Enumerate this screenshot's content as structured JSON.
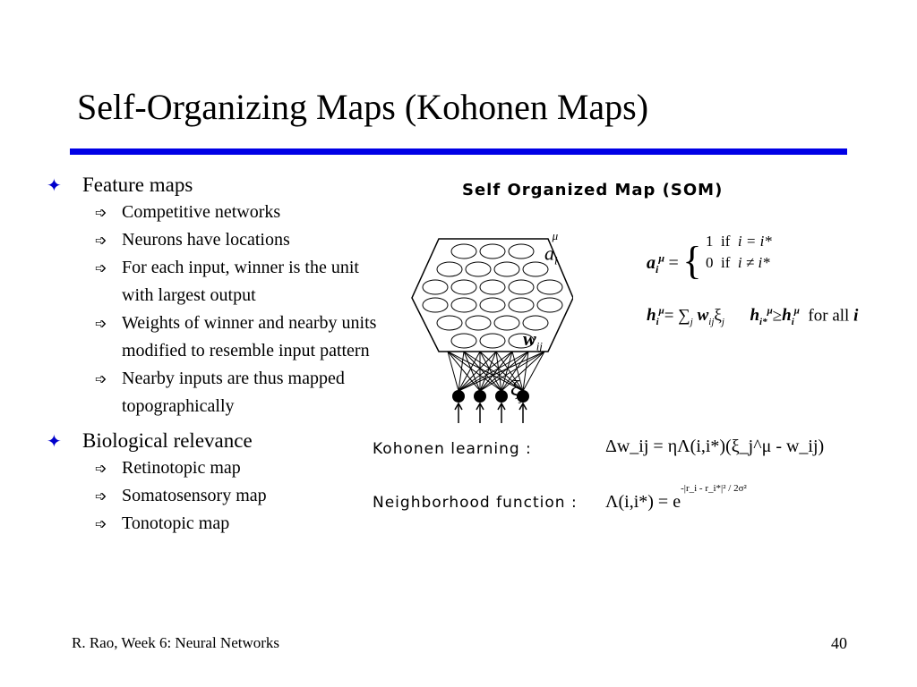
{
  "slide": {
    "title": "Self-Organizing Maps (Kohonen Maps)",
    "accent_color": "#0000e6"
  },
  "sections": [
    {
      "heading": "Feature maps",
      "items": [
        "Competitive networks",
        "Neurons have locations",
        "For each input, winner is the unit with largest output",
        "Weights of winner and nearby units modified to resemble input pattern",
        "Nearby inputs are thus mapped topographically"
      ]
    },
    {
      "heading": "Biological relevance",
      "items": [
        "Retinotopic map",
        "Somatosensory map",
        "Tonotopic map"
      ]
    }
  ],
  "figure": {
    "title": "Self Organized Map (SOM)",
    "label_a": "a",
    "label_mu": "μ",
    "label_i": "i",
    "label_w": "w",
    "label_ij": "ij",
    "label_xi": "ξ",
    "label_j": "j",
    "eq_a_one": "1",
    "eq_a_zero": "0",
    "eq_if": "if",
    "eq_cond1": "i = i*",
    "eq_cond2": "i ≠ i*",
    "eq_h_sum": "= ∑",
    "eq_for_all": "for all",
    "kohonen_label": "Kohonen learning :",
    "kohonen_eq": "Δw_ij = ηΛ(i,i*)(ξ_j^μ - w_ij)",
    "neighborhood_label": "Neighborhood function :",
    "neighborhood_eq": "Λ(i,i*) = e",
    "neighborhood_exp": "-|r_i - r_i*|² / 2σ²"
  },
  "footer": {
    "left": "R. Rao, Week 6: Neural Networks",
    "page": "40"
  }
}
